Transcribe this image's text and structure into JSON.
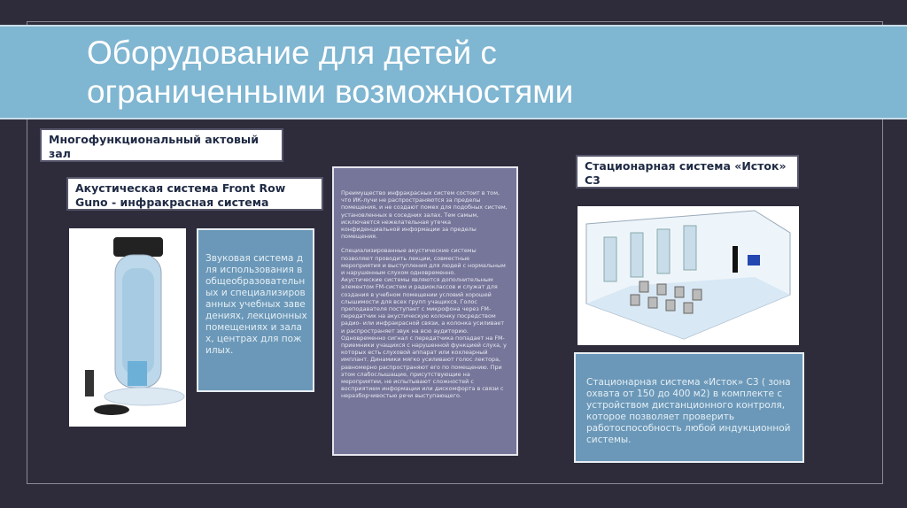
{
  "title": "Оборудование для детей с ограниченными возможностями",
  "hall_label": "Многофункциональный актовый зал",
  "acoustic_label": "Акустическая система Front Row Guno - инфракрасная система",
  "acoustic_desc": "Звуковая система для использования в общеобразовательных и специализированных учебных заведениях, лекционных помещениях и залах, центрах для пожилых.",
  "middle_text": [
    "Преимущество инфракрасных систем состоит в том, что ИК-лучи не распространяются за пределы помещения, и не создают помех для подобных систем, установленных в соседних залах. Тем самым, исключается нежелательная утечка конфиденциальной информации за пределы помещения.",
    "Специализированные акустические системы позволяют проводить лекции, совместные мероприятия и выступления для людей с нормальным и нарушенным слухом одновременно.",
    "Акустические системы являются дополнительным элементом FM-систем и радиоклассов и служат для создания в учебном помещении условий хорошей слышимости для всех групп учащихся. Голос преподавателя поступает с микрофона через FM-передатчик на акустическую колонку посредством радио- или инфракрасной связи, а колонка усиливает и распространяет звук на всю аудиторию. Одновременно сигнал с передатчика попадает на FM-приемники учащихся с нарушенной функцией слуха, у которых есть слуховой аппарат или кохлеарный имплант. Динамики мягко усиливают голос лектора, равномерно распространяют его по помещению. При этом слабослышащие, присутствующие на мероприятии, не испытывают сложностей с восприятием информации или дискомфорта в связи с неразборчивостью речи выступающего."
  ],
  "station_label": "Стационарная система «Исток» С3",
  "station_desc": "Стационарная система «Исток» С3 ( зона охвата от 150 до 400 м2) в комплекте с устройством дистанционного контроля, которое позволяет проверить работоспособность любой индукционной системы.",
  "colors": {
    "background": "#2e2c3b",
    "title_band": "#7fb6d2",
    "blue_box": "#6b98b8",
    "middle_box": "#76769a"
  }
}
